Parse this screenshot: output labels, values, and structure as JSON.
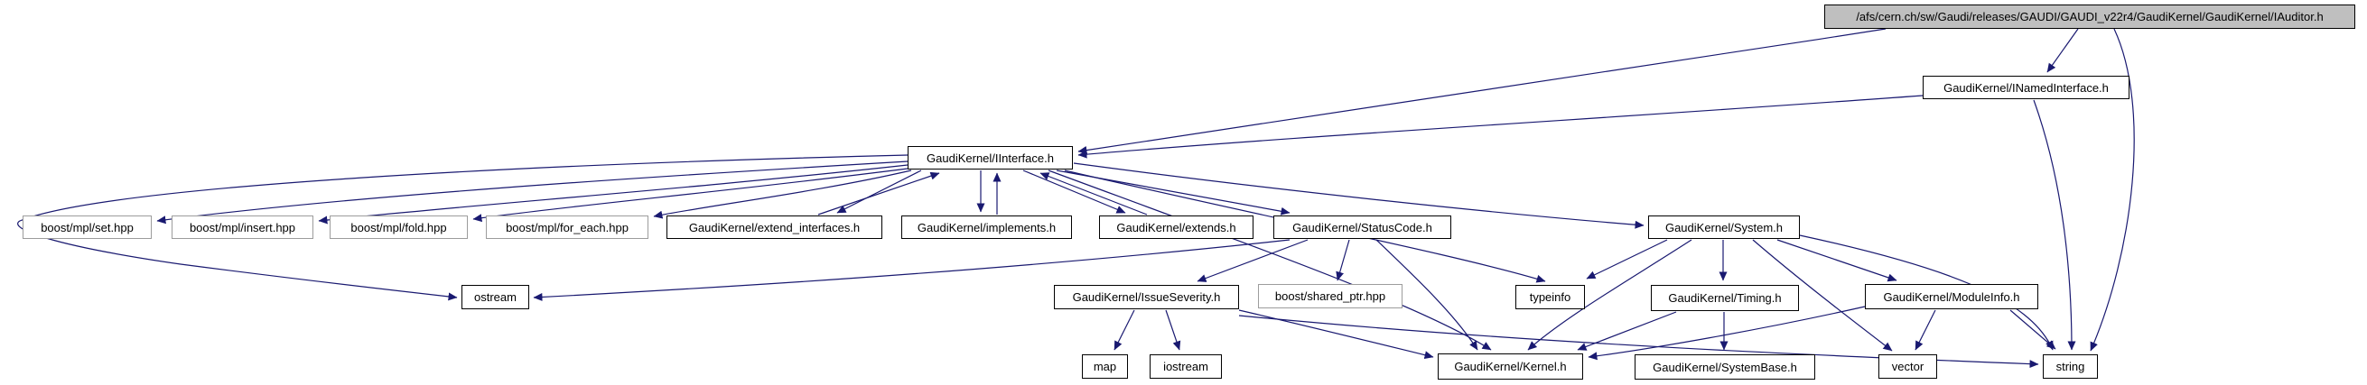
{
  "diagram": {
    "kind": "include-dependency-graph",
    "colors": {
      "edge": "#191970",
      "root_fill": "#bfbfbf",
      "node_fill": "#ffffff",
      "node_border": "#000000",
      "external_node_border": "#9c9c9c",
      "background": "#ffffff",
      "text": "#000000"
    },
    "nodes": [
      {
        "id": "root",
        "label": "/afs/cern.ch/sw/Gaudi/releases/GAUDI/GAUDI_v22r4/GaudiKernel/GaudiKernel/IAuditor.h"
      },
      {
        "id": "inamedinterface",
        "label": "GaudiKernel/INamedInterface.h"
      },
      {
        "id": "iinterface",
        "label": "GaudiKernel/IInterface.h"
      },
      {
        "id": "mpl_set",
        "label": "boost/mpl/set.hpp"
      },
      {
        "id": "mpl_insert",
        "label": "boost/mpl/insert.hpp"
      },
      {
        "id": "mpl_fold",
        "label": "boost/mpl/fold.hpp"
      },
      {
        "id": "mpl_for_each",
        "label": "boost/mpl/for_each.hpp"
      },
      {
        "id": "extend_interfaces",
        "label": "GaudiKernel/extend_interfaces.h"
      },
      {
        "id": "implements",
        "label": "GaudiKernel/implements.h"
      },
      {
        "id": "extends",
        "label": "GaudiKernel/extends.h"
      },
      {
        "id": "statuscode",
        "label": "GaudiKernel/StatusCode.h"
      },
      {
        "id": "system",
        "label": "GaudiKernel/System.h"
      },
      {
        "id": "ostream",
        "label": "ostream"
      },
      {
        "id": "issueseverity",
        "label": "GaudiKernel/IssueSeverity.h"
      },
      {
        "id": "shared_ptr",
        "label": "boost/shared_ptr.hpp"
      },
      {
        "id": "typeinfo",
        "label": "typeinfo"
      },
      {
        "id": "timing",
        "label": "GaudiKernel/Timing.h"
      },
      {
        "id": "moduleinfo",
        "label": "GaudiKernel/ModuleInfo.h"
      },
      {
        "id": "map",
        "label": "map"
      },
      {
        "id": "iostream",
        "label": "iostream"
      },
      {
        "id": "kernel",
        "label": "GaudiKernel/Kernel.h"
      },
      {
        "id": "systembase",
        "label": "GaudiKernel/SystemBase.h"
      },
      {
        "id": "vector",
        "label": "vector"
      },
      {
        "id": "string",
        "label": "string"
      }
    ],
    "edges": [
      {
        "from": "root",
        "to": "inamedinterface"
      },
      {
        "from": "root",
        "to": "iinterface"
      },
      {
        "from": "root",
        "to": "string"
      },
      {
        "from": "inamedinterface",
        "to": "iinterface"
      },
      {
        "from": "inamedinterface",
        "to": "string"
      },
      {
        "from": "iinterface",
        "to": "mpl_set"
      },
      {
        "from": "iinterface",
        "to": "mpl_insert"
      },
      {
        "from": "iinterface",
        "to": "mpl_fold"
      },
      {
        "from": "iinterface",
        "to": "mpl_for_each"
      },
      {
        "from": "iinterface",
        "to": "extend_interfaces"
      },
      {
        "from": "extend_interfaces",
        "to": "iinterface"
      },
      {
        "from": "iinterface",
        "to": "implements"
      },
      {
        "from": "implements",
        "to": "iinterface"
      },
      {
        "from": "iinterface",
        "to": "extends"
      },
      {
        "from": "extends",
        "to": "iinterface"
      },
      {
        "from": "iinterface",
        "to": "statuscode"
      },
      {
        "from": "iinterface",
        "to": "system"
      },
      {
        "from": "iinterface",
        "to": "typeinfo"
      },
      {
        "from": "iinterface",
        "to": "kernel"
      },
      {
        "from": "iinterface",
        "to": "ostream"
      },
      {
        "from": "statuscode",
        "to": "ostream"
      },
      {
        "from": "statuscode",
        "to": "issueseverity"
      },
      {
        "from": "statuscode",
        "to": "shared_ptr"
      },
      {
        "from": "statuscode",
        "to": "kernel"
      },
      {
        "from": "system",
        "to": "typeinfo"
      },
      {
        "from": "system",
        "to": "kernel"
      },
      {
        "from": "system",
        "to": "timing"
      },
      {
        "from": "system",
        "to": "moduleinfo"
      },
      {
        "from": "system",
        "to": "vector"
      },
      {
        "from": "system",
        "to": "string"
      },
      {
        "from": "timing",
        "to": "systembase"
      },
      {
        "from": "timing",
        "to": "kernel"
      },
      {
        "from": "moduleinfo",
        "to": "vector"
      },
      {
        "from": "moduleinfo",
        "to": "kernel"
      },
      {
        "from": "moduleinfo",
        "to": "string"
      },
      {
        "from": "issueseverity",
        "to": "map"
      },
      {
        "from": "issueseverity",
        "to": "iostream"
      },
      {
        "from": "issueseverity",
        "to": "kernel"
      },
      {
        "from": "issueseverity",
        "to": "string"
      }
    ]
  }
}
